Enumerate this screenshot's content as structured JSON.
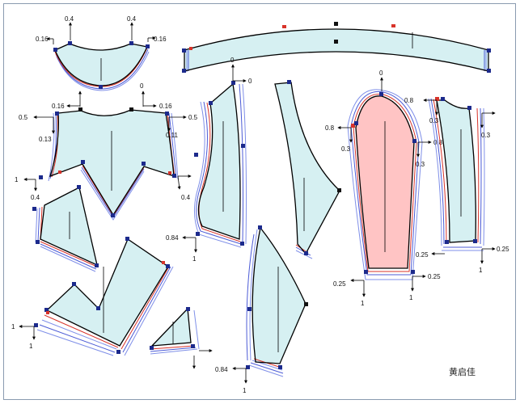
{
  "colors": {
    "piece_fill": "#d6f0f2",
    "highlight_fill": "#ffc4c4",
    "grade_dark": "#1c2a8c",
    "grade_mid": "#4c5bd6",
    "grade_light": "#7f8fe8",
    "grade_red": "#d8332a",
    "outline": "#000000",
    "frame": "#8a9bb0"
  },
  "signature": "黄启佳",
  "labels": {
    "collar_l_top": "0.4",
    "collar_r_top": "0.4",
    "collar_l_side": "0.16",
    "collar_r_side": "0.16",
    "back_top_l": "0",
    "back_top_r": "0",
    "back_mid_l": "0.16",
    "back_mid_r": "0.16",
    "back_edge_l": "0.5",
    "back_edge_r": "0.5",
    "back_sh_l": "0.13",
    "back_sh_r": "0.11",
    "back_bot_l1": "1",
    "back_bot_l2": "0.4",
    "back_bot_r": "0.4",
    "side_top": "0",
    "side_bot_1": "0.84",
    "side_bot_2": "1",
    "front_bot_1": "0.84",
    "front_bot_2": "1",
    "lowfront_l1": "1",
    "lowfront_l2": "1",
    "sleeve_top": "0",
    "sleeve_l": "0.8",
    "sleeve_l2": "0.3",
    "sleeve_r": "0.8",
    "sleeve_r2": "0.3",
    "sleeve_bot_l": "0.25",
    "sleeve_bot_r": "0.25",
    "sleeve_bot_1": "1",
    "sleeve_bot_2": "1",
    "slv2_top": "0.8",
    "slv2_l": "0.3",
    "slv2_r": "0.3",
    "slv2_bot_l": "0.25",
    "slv2_bot_r": "0.25",
    "slv2_bot_1": "1"
  }
}
